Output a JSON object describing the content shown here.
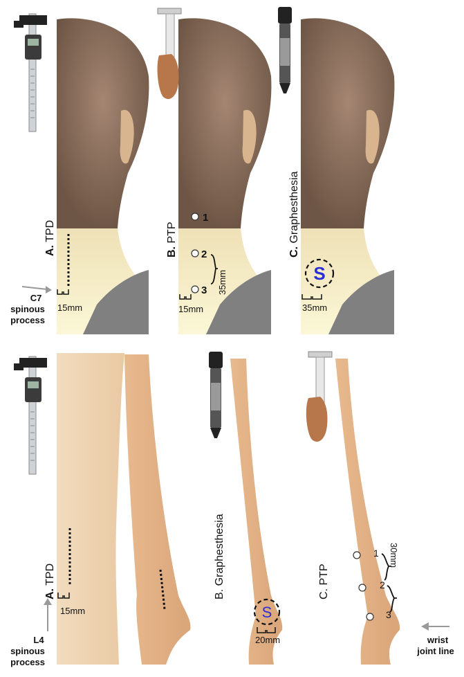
{
  "top_row": {
    "panel_a": {
      "letter": "A.",
      "title": "TPD",
      "dist": "15mm",
      "landmark_line1": "C7",
      "landmark_line2": "spinous",
      "landmark_line3": "process"
    },
    "panel_b": {
      "letter": "B.",
      "title": "PTP",
      "points": [
        "1",
        "2",
        "3"
      ],
      "spacing": "35mm",
      "dist": "15mm"
    },
    "panel_c": {
      "letter": "C.",
      "title": "Graphesthesia",
      "glyph": "S",
      "dist": "35mm"
    }
  },
  "bottom_row": {
    "panel_a": {
      "letter": "A.",
      "title": "TPD",
      "dist": "15mm",
      "landmark_line1": "L4",
      "landmark_line2": "spinous",
      "landmark_line3": "process"
    },
    "panel_b": {
      "letter": "B.",
      "title": "Graphesthesia",
      "glyph": "S",
      "dist": "20mm"
    },
    "panel_c": {
      "letter": "C.",
      "title": "PTP",
      "points": [
        "1",
        "2",
        "3"
      ],
      "spacing": "30mm",
      "landmark_line1": "wrist",
      "landmark_line2": "joint line"
    }
  },
  "colors": {
    "skin_neck": "#f7f2c8",
    "skin_arm": "#e6b487",
    "hair": "#8a6f5c",
    "shirt": "#7a7a7a",
    "ink": "#2a2fd6"
  },
  "icons": [
    "caliper-icon",
    "pressure-probe-icon",
    "marker-pen-icon"
  ]
}
